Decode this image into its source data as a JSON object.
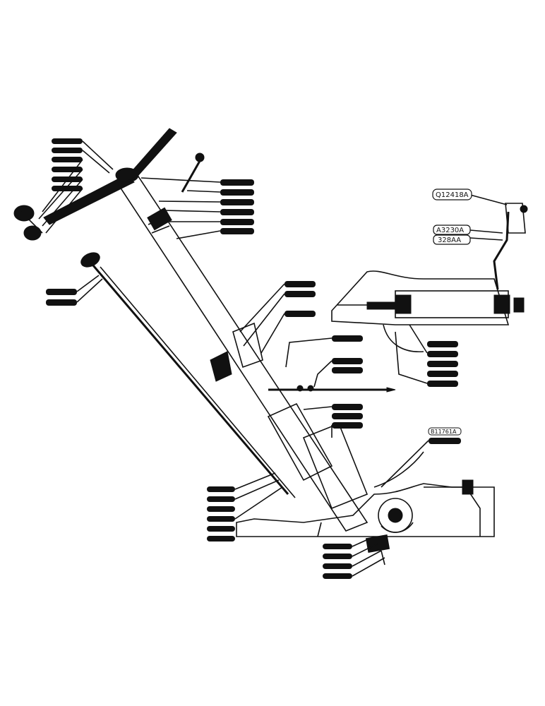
{
  "labels": {
    "top_right_part": "Q12418A",
    "a3230a": "A3230A",
    "r328aa": "328AA",
    "bottom_right_part": "B11761A"
  }
}
